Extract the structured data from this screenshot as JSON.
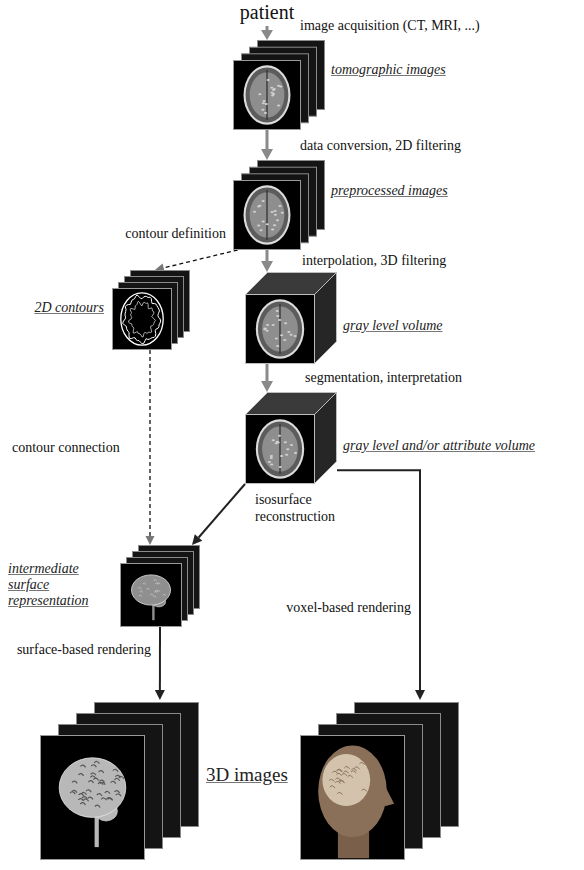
{
  "diagram": {
    "nodes": [
      {
        "text": [
          "tomographic images"
        ]
      },
      {
        "text": [
          "preprocessed images"
        ]
      },
      {
        "text": [
          "2D contours"
        ]
      },
      {
        "text": [
          "gray level volume"
        ]
      },
      {
        "text": [
          "gray level and/or attribute volume"
        ]
      },
      {
        "text": [
          "intermediate surface representation"
        ]
      },
      {
        "text": [
          "3D images"
        ]
      }
    ],
    "edges": [
      {
        "from": 0,
        "to": 1,
        "arrow": "to",
        "label": "data conversion, 2D filtering"
      },
      {
        "from": 1,
        "to": 2,
        "arrow": "to",
        "label": "contour definition"
      },
      {
        "from": 1,
        "to": 3,
        "arrow": "to",
        "label": "interpolation, 3D filtering"
      },
      {
        "from": 3,
        "to": 4,
        "arrow": "to",
        "label": "segmentation, interpretation"
      },
      {
        "from": 2,
        "to": 5,
        "arrow": "to",
        "label": "contour connection"
      },
      {
        "from": 4,
        "to": 5,
        "arrow": "to",
        "label": "isosurface reconstruction"
      },
      {
        "from": 5,
        "to": 6,
        "arrow": "to",
        "label": "surface-based rendering"
      },
      {
        "from": 4,
        "to": 6,
        "arrow": "to",
        "label": "voxel-based rendering"
      }
    ],
    "labels": [
      "patient",
      "image acquisition (CT, MRI, ...)"
    ]
  }
}
